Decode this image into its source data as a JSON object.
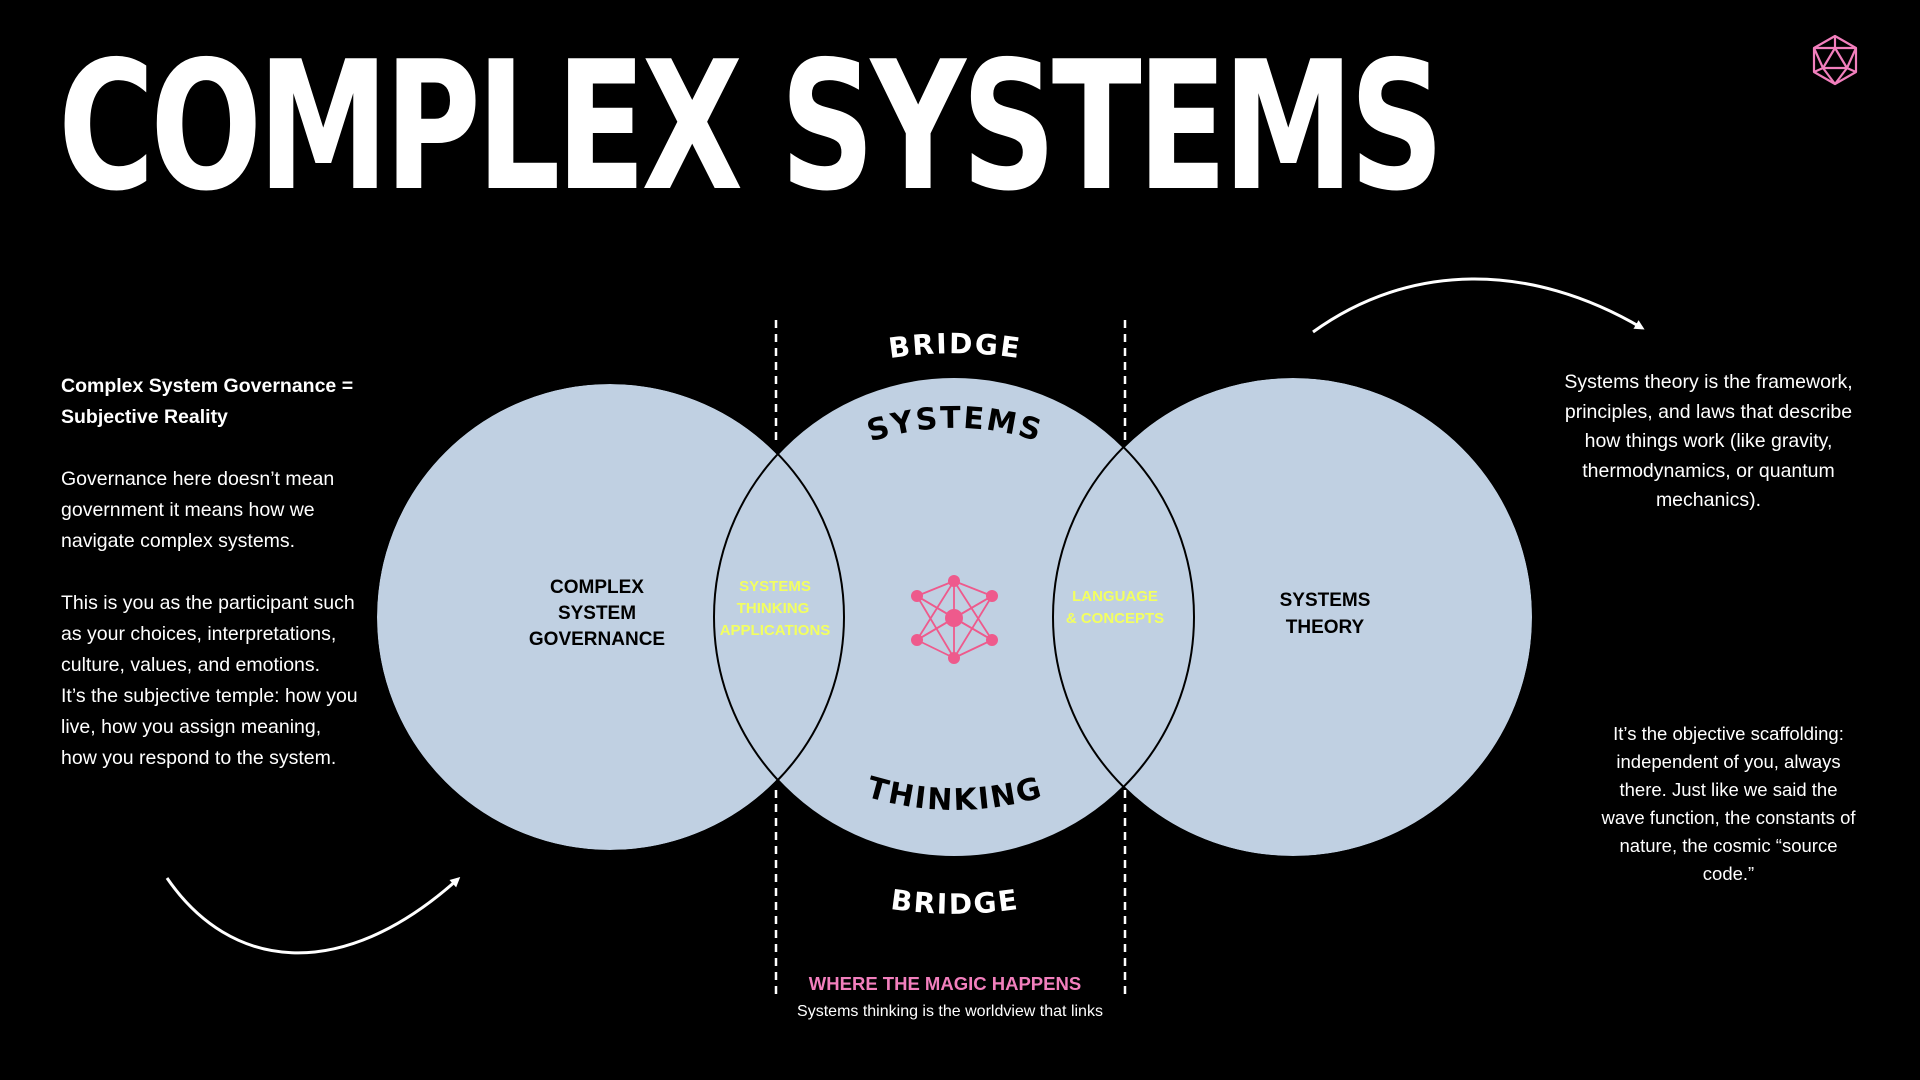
{
  "title": "COMPLEX SYSTEMS",
  "logo_icon": "icosahedron-icon",
  "colors": {
    "background": "#000000",
    "circle_fill": "#c0d0e2",
    "accent_pink": "#f27fbd",
    "network_pink": "#ee5a8c",
    "overlap_yellow": "#f3ff60"
  },
  "left_panel": {
    "heading": "Complex System Governance = Subjective Reality",
    "paragraph_1": "Governance here doesn’t mean government it means how we navigate complex systems.",
    "paragraph_2": "This is you as the participant such as your choices, interpretations, culture, values, and emotions.",
    "paragraph_3": "It’s the subjective temple: how you live, how you assign meaning, how you respond to the system."
  },
  "right_panel": {
    "top_text": "Systems theory is the framework, principles, and laws that describe how things work (like gravity, thermodynamics, or quantum mechanics).",
    "bottom_text": "It’s the objective scaffolding: independent of you, always there. Just like we said the wave function, the constants of nature, the cosmic “source code.”"
  },
  "diagram": {
    "left_circle_lines": [
      "COMPLEX",
      "SYSTEM",
      "GOVERNANCE"
    ],
    "right_circle_lines": [
      "SYSTEMS",
      "THEORY"
    ],
    "left_overlap_lines": [
      "SYSTEMS",
      "THINKING",
      "APPLICATIONS"
    ],
    "right_overlap_lines": [
      "LANGUAGE",
      "& CONCEPTS"
    ],
    "center_top_arc": "SYSTEMS",
    "center_bottom_arc": "THINKING",
    "bridge_top": "BRIDGE",
    "bridge_bottom": "BRIDGE",
    "center_icon": "network-icon"
  },
  "captions": {
    "magic": "WHERE THE MAGIC HAPPENS",
    "sub": "Systems thinking is the worldview that links"
  }
}
